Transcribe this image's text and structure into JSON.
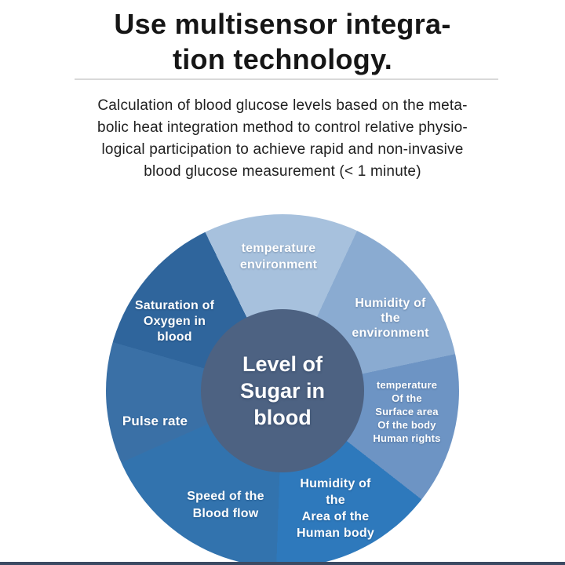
{
  "header": {
    "title_lines": [
      "Use multisensor integra-",
      "tion technology."
    ],
    "subtitle_lines": [
      "Calculation of blood glucose levels based on the meta-",
      "bolic heat integration method to control relative physio-",
      "logical participation to achieve rapid and non-invasive",
      "blood glucose measurement (< 1 minute)"
    ]
  },
  "diagram": {
    "type": "donut-diagram",
    "start_angle_deg": -26,
    "center": {
      "label_lines": [
        "Level of",
        "Sugar in",
        "blood"
      ],
      "color": "#4d6282",
      "text_color": "#ffffff"
    },
    "segments": [
      {
        "name": "temperature-environment",
        "lines": [
          "temperature",
          "environment"
        ],
        "color": "#a7c1dd",
        "sweep_deg": 51
      },
      {
        "name": "humidity-environment",
        "lines": [
          "Humidity of",
          "the",
          "environment"
        ],
        "color": "#8aabd1",
        "sweep_deg": 53
      },
      {
        "name": "temperature-body-surface",
        "lines": [
          "temperature",
          "Of the",
          "Surface area",
          "Of the body",
          "Human rights"
        ],
        "color": "#6d94c4",
        "sweep_deg": 50
      },
      {
        "name": "humidity-body-area",
        "lines": [
          "Humidity of",
          "the",
          "Area of the",
          "Human body"
        ],
        "color": "#2e79bc",
        "sweep_deg": 54
      },
      {
        "name": "speed-blood-flow",
        "lines": [
          "Speed of the",
          "Blood flow"
        ],
        "color": "#3273ae",
        "sweep_deg": 64
      },
      {
        "name": "pulse-rate",
        "lines": [
          "Pulse rate"
        ],
        "color": "#3a70a6",
        "sweep_deg": 40
      },
      {
        "name": "saturation-oxygen-blood",
        "lines": [
          "Saturation of",
          "Oxygen in",
          "blood"
        ],
        "color": "#2f659c",
        "sweep_deg": 48
      }
    ]
  },
  "footer": {
    "bar_color": "#3b4a63"
  }
}
